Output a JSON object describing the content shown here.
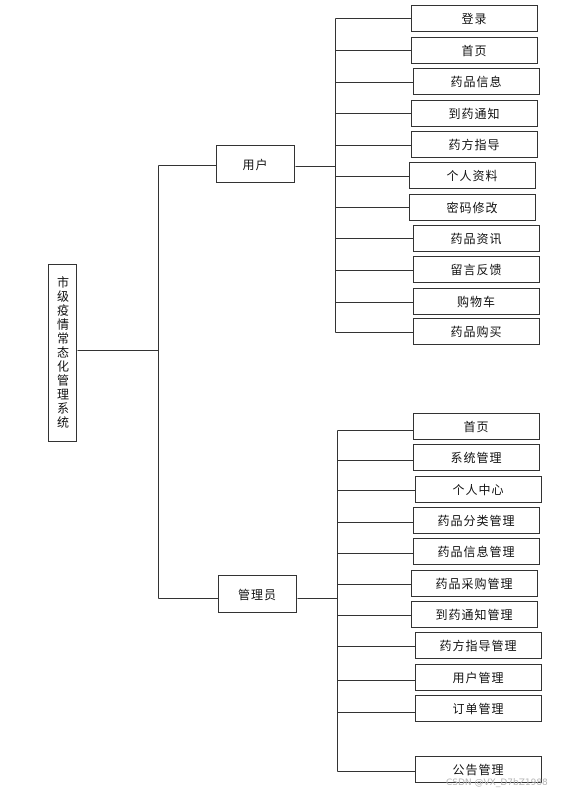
{
  "root": {
    "label": "市级疫情常态化管理系统"
  },
  "branches": [
    {
      "label": "用户",
      "children": [
        "登录",
        "首页",
        "药品信息",
        "到药通知",
        "药方指导",
        "个人资料",
        "密码修改",
        "药品资讯",
        "留言反馈",
        "购物车",
        "药品购买"
      ]
    },
    {
      "label": "管理员",
      "children": [
        "首页",
        "系统管理",
        "个人中心",
        "药品分类管理",
        "药品信息管理",
        "药品采购管理",
        "到药通知管理",
        "药方指导管理",
        "用户管理",
        "订单管理",
        "公告管理"
      ]
    }
  ],
  "watermark": "CSDN @VX_D7bZ1988",
  "colors": {
    "line": "#333333",
    "border": "#333333"
  }
}
